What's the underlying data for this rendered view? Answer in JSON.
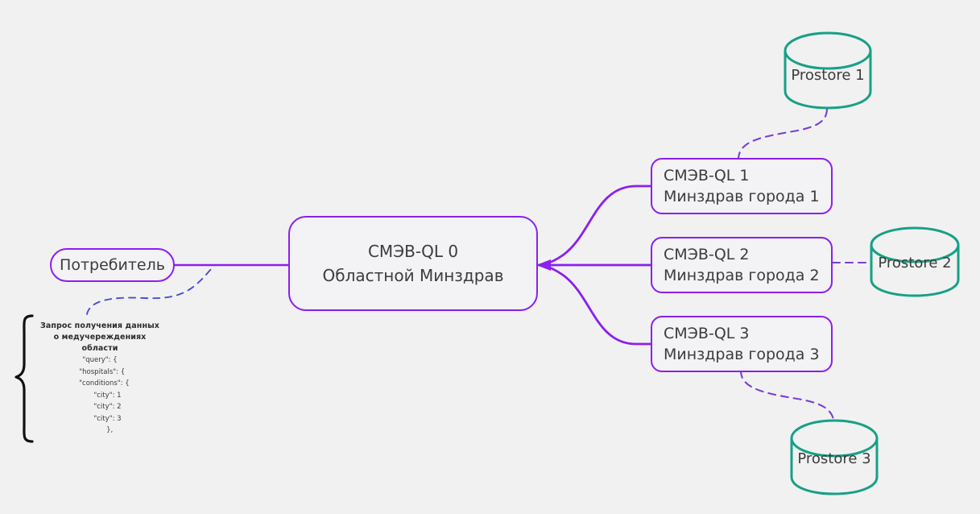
{
  "diagram": {
    "background_color": "#f1f1f1",
    "node_stroke_color": "#8b1ff0",
    "node_fill_color": "#f3f2f4",
    "db_stroke_color": "#17a086",
    "edge_color": "#8b1ff0",
    "dashed_edge_color": "#7a3fd4",
    "text_color": "#3c3c3c"
  },
  "consumer": {
    "label": "Потребитель"
  },
  "center_node": {
    "line1": "СМЭВ-QL 0",
    "line2": "Областной Минздрав"
  },
  "city_nodes": [
    {
      "line1": "СМЭВ-QL 1",
      "line2": "Минздрав города 1"
    },
    {
      "line1": "СМЭВ-QL 2",
      "line2": "Минздрав города 2"
    },
    {
      "line1": "СМЭВ-QL 3",
      "line2": "Минздрав города 3"
    }
  ],
  "datastores": [
    {
      "label": "Prostore 1"
    },
    {
      "label": "Prostore 2"
    },
    {
      "label": "Prostore 3"
    }
  ],
  "note": {
    "title_lines": [
      "Запрос получения данных",
      "о медучереждениях",
      "области"
    ],
    "code_lines": [
      "\"query\": {",
      "  \"hospitals\": {",
      "    \"conditions\": {",
      "       \"city\": 1",
      "       \"city\": 2",
      "       \"city\": 3",
      "         },"
    ]
  }
}
